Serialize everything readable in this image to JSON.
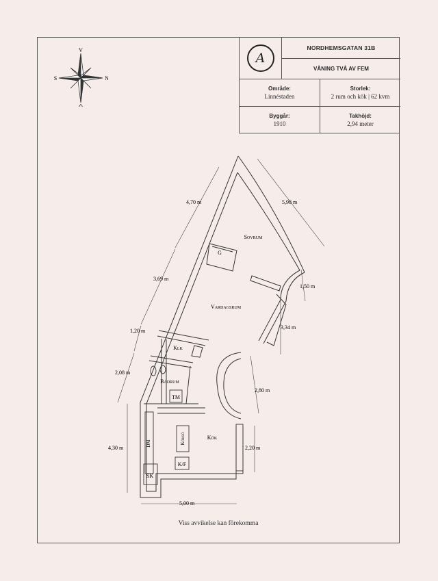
{
  "info": {
    "street": "NORDHEMSGATAN 31B",
    "floor": "VÅNING TVÅ AV FEM",
    "area_label": "Område:",
    "area_value": "Linnéstaden",
    "size_label": "Storlek:",
    "size_value": "2 rum och kök | 62 kvm",
    "year_label": "Byggår:",
    "year_value": "1910",
    "height_label": "Takhöjd:",
    "height_value": "2,94 meter"
  },
  "compass": {
    "north": "N",
    "south": "S",
    "west": "V",
    "east": "Ö"
  },
  "rooms": {
    "sovrum": "Sovrum",
    "vardagsrum": "Vardagsrum",
    "kok": "Kök",
    "badrum": "Badrum",
    "klk": "Klk",
    "g": "G",
    "tm": "TM",
    "dm": "DM",
    "sk": "SK",
    "kf": "K/F",
    "kokso": "Köksö"
  },
  "dimensions": {
    "d470": "4,70 m",
    "d598": "5,98 m",
    "d369": "3,69 m",
    "d150": "1,50 m",
    "d120": "1,20 m",
    "d334": "3,34 m",
    "d208": "2,08 m",
    "d280": "2,80 m",
    "d430": "4,30 m",
    "d220": "2,20 m",
    "d500": "5,00 m"
  },
  "disclaimer": "Viss avvikelse kan förekomma",
  "colors": {
    "background": "#f6ecea",
    "ink": "#2a2a2a"
  }
}
